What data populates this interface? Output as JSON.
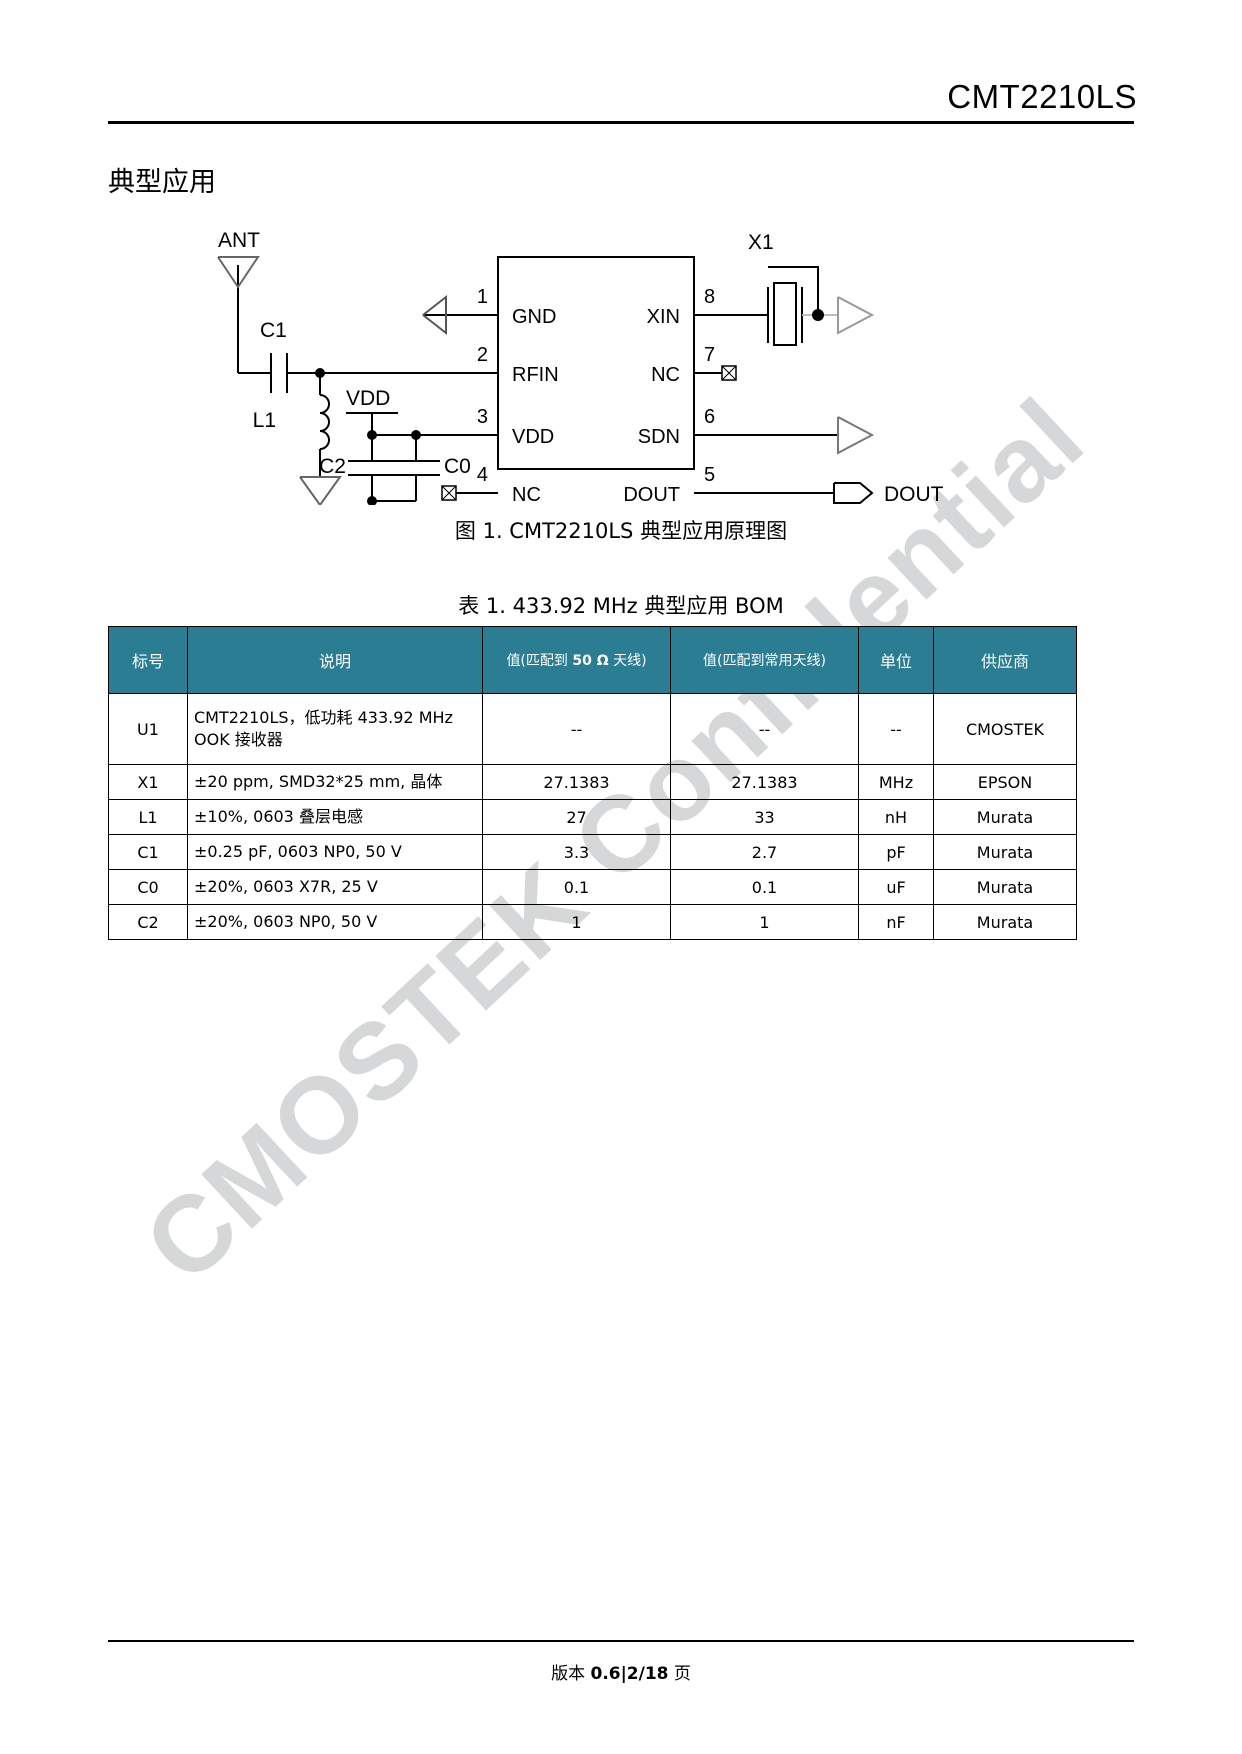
{
  "header": {
    "document_title": "CMT2210LS"
  },
  "section": {
    "heading": "典型应用"
  },
  "schematic": {
    "chip_pins_left": [
      {
        "number": "1",
        "name": "GND"
      },
      {
        "number": "2",
        "name": "RFIN"
      },
      {
        "number": "3",
        "name": "VDD"
      },
      {
        "number": "4",
        "name": "NC"
      }
    ],
    "chip_pins_right": [
      {
        "number": "8",
        "name": "XIN"
      },
      {
        "number": "7",
        "name": "NC"
      },
      {
        "number": "6",
        "name": "SDN"
      },
      {
        "number": "5",
        "name": "DOUT"
      }
    ],
    "components": {
      "antenna": "ANT",
      "c1": "C1",
      "l1": "L1",
      "c2": "C2",
      "c0": "C0",
      "vdd_net": "VDD",
      "x1": "X1",
      "dout_net": "DOUT"
    }
  },
  "figure_caption": "图 1. CMT2210LS 典型应用原理图",
  "table_caption": "表 1. 433.92 MHz 典型应用 BOM",
  "bom_table": {
    "headers": {
      "ref": "标号",
      "desc": "说明",
      "value_50ohm_pre": "值(匹配到 ",
      "value_50ohm_bold": "50 Ω",
      "value_50ohm_post": " 天线)",
      "value_common": "值(匹配到常用天线)",
      "unit": "单位",
      "supplier": "供应商"
    },
    "rows": [
      {
        "ref": "U1",
        "desc_line1": "CMT2210LS，低功耗 433.92 MHz",
        "desc_line2": "OOK 接收器",
        "v50": "--",
        "vcom": "--",
        "unit": "--",
        "supplier": "CMOSTEK"
      },
      {
        "ref": "X1",
        "desc_line1": "±20 ppm, SMD32*25 mm, 晶体",
        "desc_line2": "",
        "v50": "27.1383",
        "vcom": "27.1383",
        "unit": "MHz",
        "supplier": "EPSON"
      },
      {
        "ref": "L1",
        "desc_line1": "±10%, 0603 叠层电感",
        "desc_line2": "",
        "v50": "27",
        "vcom": "33",
        "unit": "nH",
        "supplier": "Murata"
      },
      {
        "ref": "C1",
        "desc_line1": "±0.25 pF, 0603 NP0, 50 V",
        "desc_line2": "",
        "v50": "3.3",
        "vcom": "2.7",
        "unit": "pF",
        "supplier": "Murata"
      },
      {
        "ref": "C0",
        "desc_line1": "±20%, 0603 X7R, 25 V",
        "desc_line2": "",
        "v50": "0.1",
        "vcom": "0.1",
        "unit": "uF",
        "supplier": "Murata"
      },
      {
        "ref": "C2",
        "desc_line1": "±20%, 0603 NP0, 50 V",
        "desc_line2": "",
        "v50": "1",
        "vcom": "1",
        "unit": "nF",
        "supplier": "Murata"
      }
    ]
  },
  "footer": {
    "version_label": "版本 ",
    "version_value": "0.6|2/18",
    "page_suffix": " 页"
  },
  "watermark": {
    "text": "CMOSTEK Confidential"
  },
  "colors": {
    "table_header_bg": "#2b7d93",
    "watermark": "#d5d7d8",
    "text": "#000000"
  }
}
